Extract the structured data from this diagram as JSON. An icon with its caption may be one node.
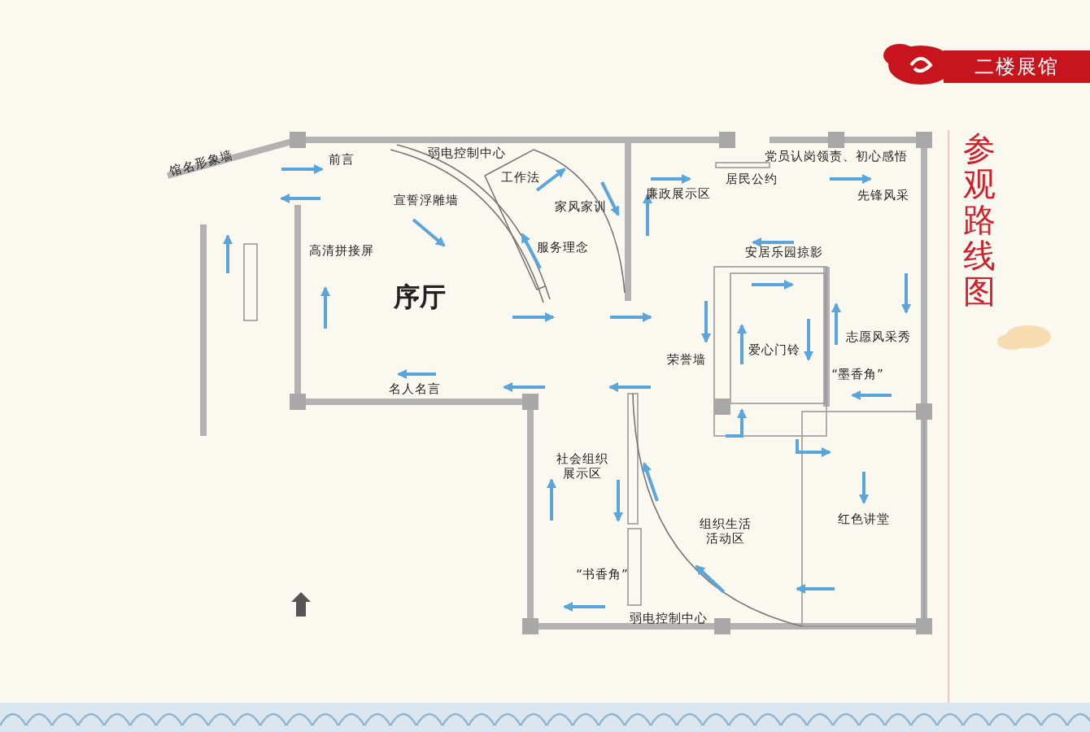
{
  "diagram": {
    "title": "参观路线图",
    "labels": [
      "二楼展馆",
      "馆名形象墙",
      "前言",
      "弱电控制中心",
      "工作法",
      "党员认岗领责、初心感悟",
      "宣誓浮雕墙",
      "家风家训",
      "居民公约",
      "廉政展示区",
      "先锋风采",
      "服务理念",
      "高清拼接屏",
      "安居乐园掠影",
      "序厅",
      "志愿风采秀",
      "爱心门铃",
      "荣誉墙",
      "“墨香角”",
      "名人名言",
      "社会组织展示区",
      "红色讲堂",
      "组织生活活动区",
      "“书香角”",
      "弱电控制中心"
    ]
  }
}
